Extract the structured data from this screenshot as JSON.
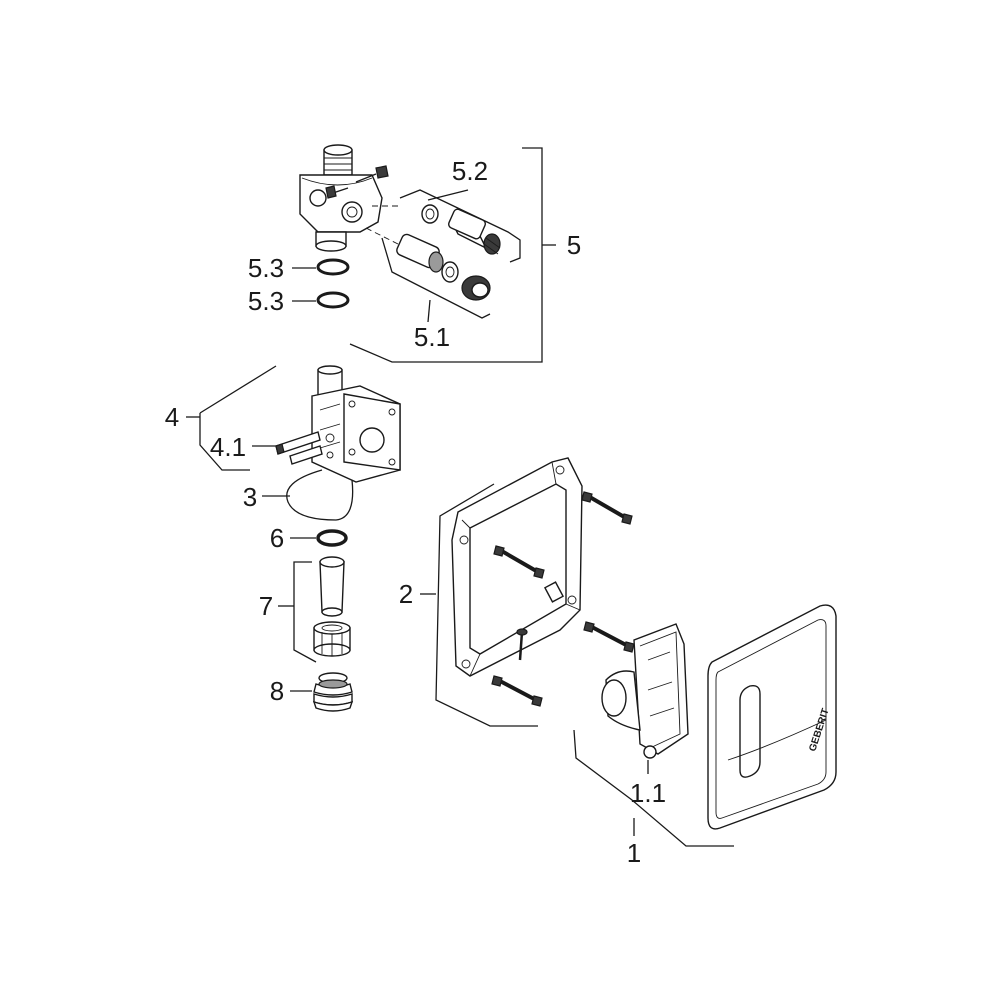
{
  "labels": {
    "l1": "1",
    "l1_1": "1.1",
    "l2": "2",
    "l3": "3",
    "l4": "4",
    "l4_1": "4.1",
    "l5": "5",
    "l5_1": "5.1",
    "l5_2": "5.2",
    "l5_3a": "5.3",
    "l5_3b": "5.3",
    "l6": "6",
    "l7": "7",
    "l8": "8"
  },
  "brand_logo": "GEBERIT",
  "icons": [
    "valve-body",
    "solenoid-unit",
    "mounting-frame",
    "cover-plate",
    "sensor-module",
    "screw",
    "o-ring",
    "sleeve",
    "union-nut",
    "bellows-seal"
  ]
}
